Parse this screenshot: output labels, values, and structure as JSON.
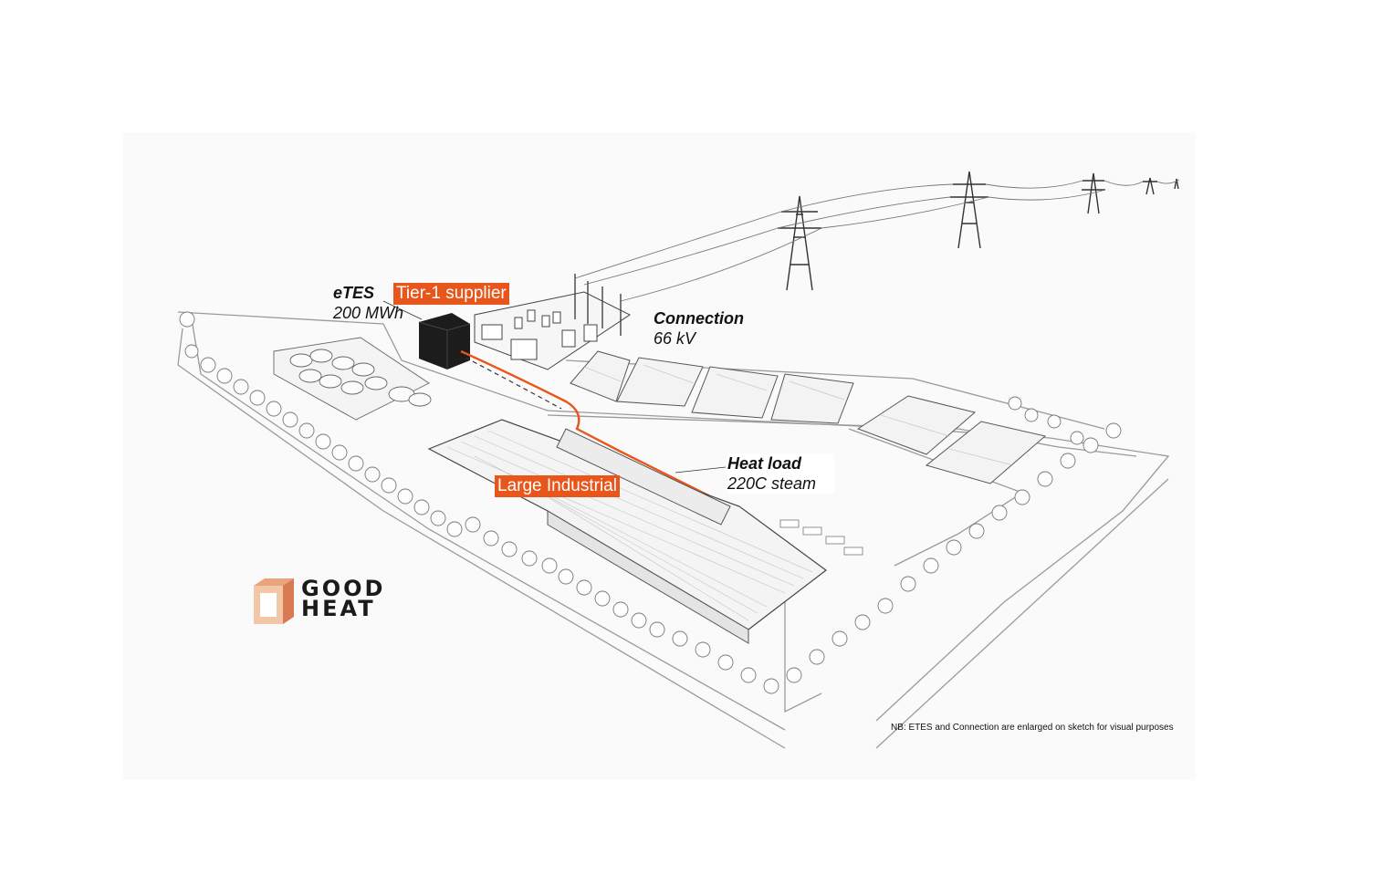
{
  "labels": {
    "etes": {
      "title": "eTES",
      "sub": "200 MWh"
    },
    "connection": {
      "title": "Connection",
      "sub": "66 kV"
    },
    "heat_load": {
      "title": "Heat load",
      "sub": "220C steam"
    }
  },
  "tags": {
    "supplier": "Tier-1 supplier",
    "industrial": "Large Industrial"
  },
  "logo": {
    "line1": "GOOD",
    "line2": "HEAT"
  },
  "note": "NB: ETES and Connection are enlarged on sketch for visual purposes",
  "colors": {
    "accent": "#e8561c",
    "ink": "#1a1a1a",
    "sketch": "#8a8a8a",
    "etes_box": "#1c1c1c"
  }
}
